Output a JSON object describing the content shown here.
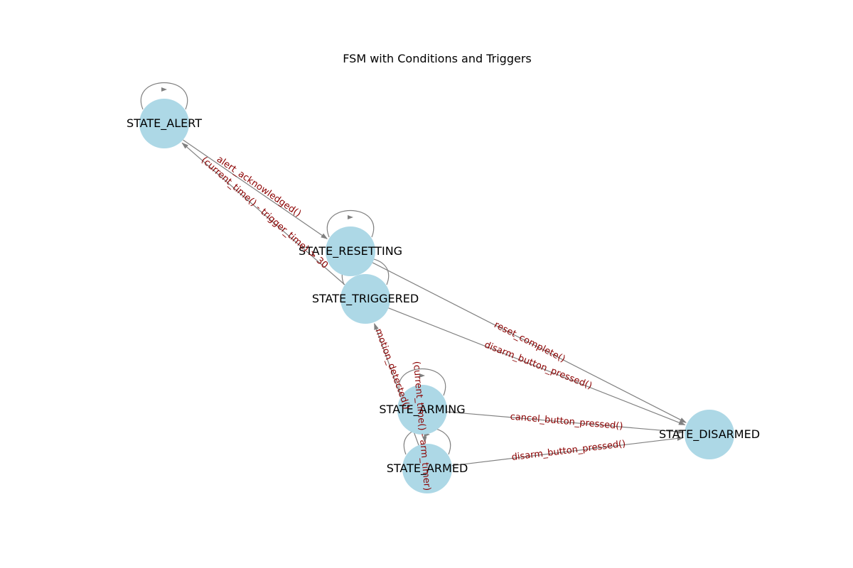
{
  "title": "FSM with Conditions and Triggers",
  "colors": {
    "node_fill": "#add8e6",
    "edge": "#808080",
    "edge_label": "#8b0000",
    "node_label": "#000000"
  },
  "nodes": [
    {
      "id": "alert",
      "label": "STATE_ALERT"
    },
    {
      "id": "resetting",
      "label": "STATE_RESETTING"
    },
    {
      "id": "triggered",
      "label": "STATE_TRIGGERED"
    },
    {
      "id": "arming",
      "label": "STATE_ARMING"
    },
    {
      "id": "armed",
      "label": "STATE_ARMED"
    },
    {
      "id": "disarmed",
      "label": "STATE_DISARMED"
    }
  ],
  "edges": [
    {
      "from": "alert",
      "to": "alert",
      "label": ""
    },
    {
      "from": "alert",
      "to": "resetting",
      "label": "alert_acknowledged()"
    },
    {
      "from": "triggered",
      "to": "alert",
      "label": "(current_time() - trigger_time) > 30"
    },
    {
      "from": "resetting",
      "to": "resetting",
      "label": ""
    },
    {
      "from": "resetting",
      "to": "disarmed",
      "label": "reset_complete()"
    },
    {
      "from": "triggered",
      "to": "triggered",
      "label": ""
    },
    {
      "from": "triggered",
      "to": "disarmed",
      "label": "disarm_button_pressed()"
    },
    {
      "from": "armed",
      "to": "triggered",
      "label": "motion_detected()"
    },
    {
      "from": "arming",
      "to": "arming",
      "label": ""
    },
    {
      "from": "arming",
      "to": "armed",
      "label": "(current_time() - arm_timer)"
    },
    {
      "from": "arming",
      "to": "disarmed",
      "label": "cancel_button_pressed()"
    },
    {
      "from": "armed",
      "to": "armed",
      "label": ""
    },
    {
      "from": "armed",
      "to": "disarmed",
      "label": "disarm_button_pressed()"
    }
  ]
}
